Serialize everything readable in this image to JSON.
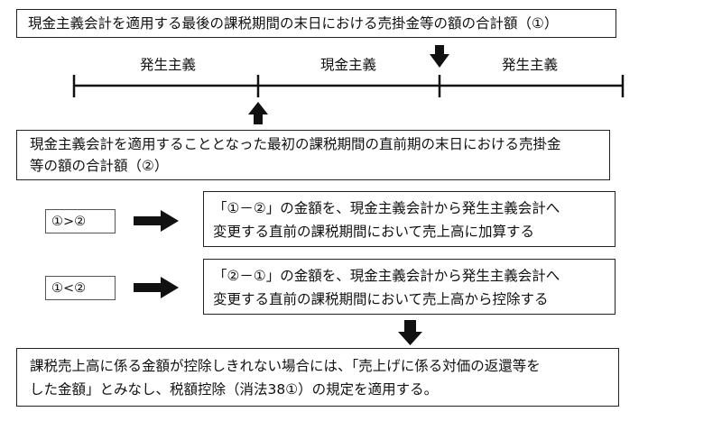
{
  "top_box": "現金主義会計を適用する最後の課税期間の末日における売掛金等の額の合計額（①）",
  "timeline": {
    "left_label": "発生主義",
    "middle_label": "現金主義",
    "right_label": "発生主義"
  },
  "mid_box": {
    "line1": "現金主義会計を適用することとなった最初の課税期間の直前期の末日における売掛金",
    "line2": "等の額の合計額（②）"
  },
  "conditions": [
    {
      "condition": "①>②",
      "line1": "「①－②」の金額を、現金主義会計から発生主義会計へ",
      "line2": "変更する直前の課税期間において売上高に加算する"
    },
    {
      "condition": "①<②",
      "line1": "「②－①」の金額を、現金主義会計から発生主義会計へ",
      "line2": "変更する直前の課税期間において売上高から控除する"
    }
  ],
  "final_box": {
    "line1": "課税売上高に係る金額が控除しきれない場合には、「売上げに係る対価の返還等を",
    "line2": "した金額」とみなし、税額控除（消法38①）の規定を適用する。"
  }
}
